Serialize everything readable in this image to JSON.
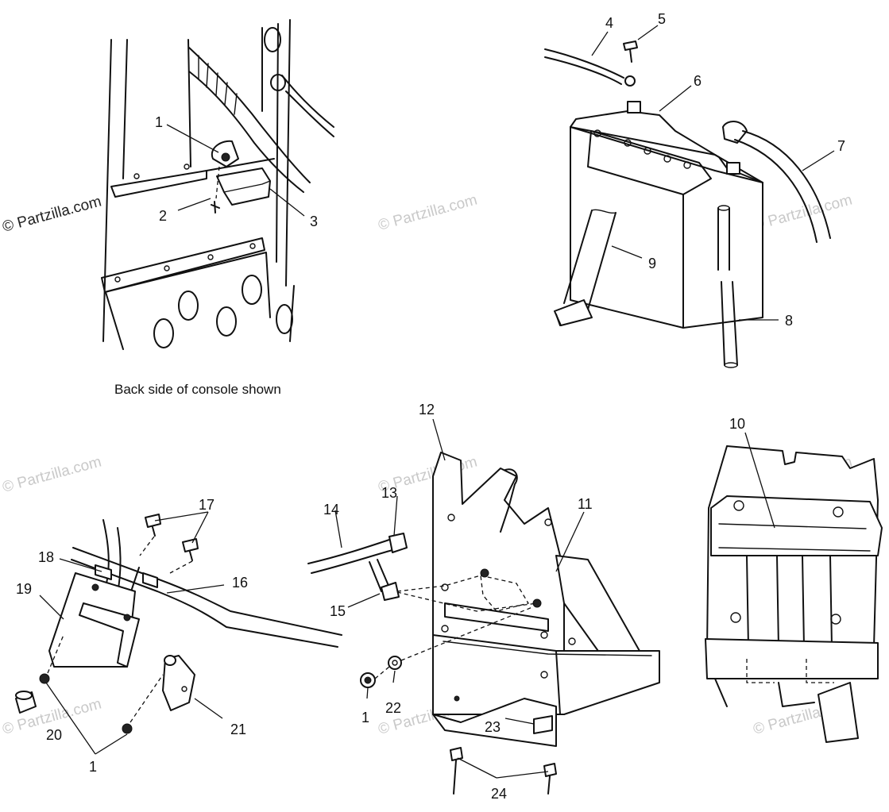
{
  "caption": "Back side of console shown",
  "copyright": "© Partzilla.com",
  "watermark": "© Partzilla.com",
  "callouts": {
    "c1a": "1",
    "c2": "2",
    "c3": "3",
    "c4": "4",
    "c5": "5",
    "c6": "6",
    "c7": "7",
    "c8": "8",
    "c9": "9",
    "c10": "10",
    "c11": "11",
    "c12": "12",
    "c13": "13",
    "c14": "14",
    "c15": "15",
    "c16": "16",
    "c17": "17",
    "c18": "18",
    "c19": "19",
    "c20": "20",
    "c21": "21",
    "c1b": "1",
    "c1c": "1",
    "c22": "22",
    "c23": "23",
    "c24": "24"
  }
}
